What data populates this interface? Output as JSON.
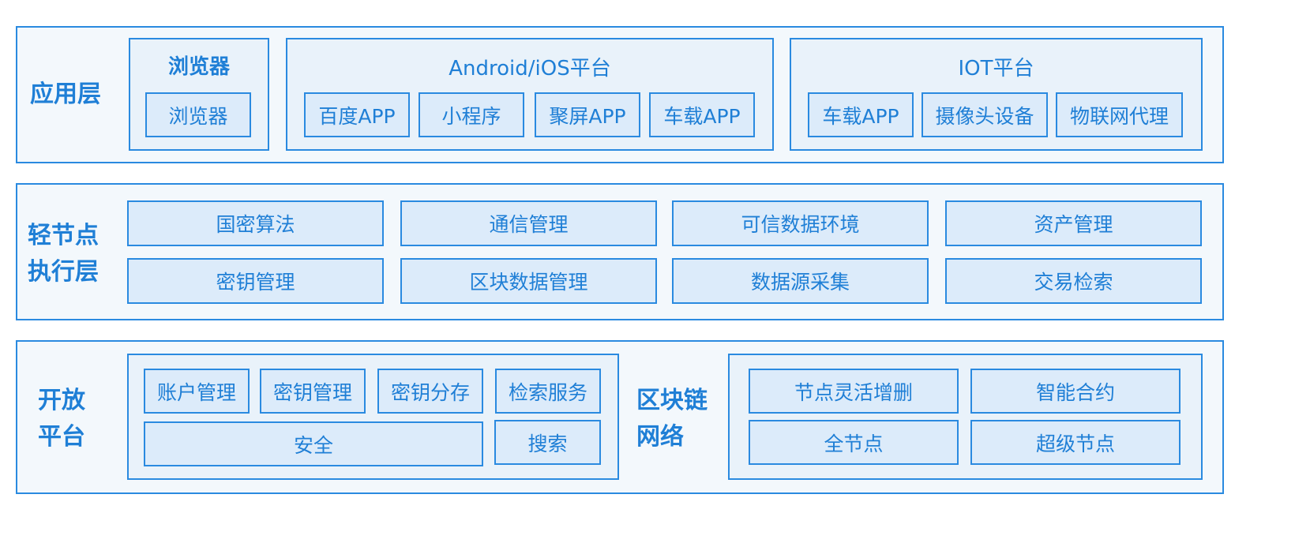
{
  "app_layer": {
    "title": "应用层",
    "browser_group": {
      "title": "浏览器",
      "items": [
        "浏览器"
      ]
    },
    "mobile_group": {
      "title": "Android/iOS平台",
      "items": [
        "百度APP",
        "小程序",
        "聚屏APP",
        "车载APP"
      ]
    },
    "iot_group": {
      "title": "IOT平台",
      "items": [
        "车载APP",
        "摄像头设备",
        "物联网代理"
      ]
    }
  },
  "light_node_layer": {
    "title_lines": [
      "轻节点",
      "执行层"
    ],
    "items": [
      "国密算法",
      "通信管理",
      "可信数据环境",
      "资产管理",
      "密钥管理",
      "区块数据管理",
      "数据源采集",
      "交易检索"
    ]
  },
  "open_platform_layer": {
    "title_lines": [
      "开放",
      "平台"
    ],
    "platform_items": [
      "账户管理",
      "密钥管理",
      "密钥分存",
      "检索服务",
      "安全",
      "搜索"
    ],
    "network_title_lines": [
      "区块链",
      "网络"
    ],
    "network_items": [
      "节点灵活增删",
      "智能合约",
      "全节点",
      "超级节点"
    ]
  },
  "colors": {
    "accent": "#2a8ae0",
    "text": "#1f7fd6",
    "item_fill": "#dcebfa",
    "layer_fill": "#f3f8fc"
  }
}
